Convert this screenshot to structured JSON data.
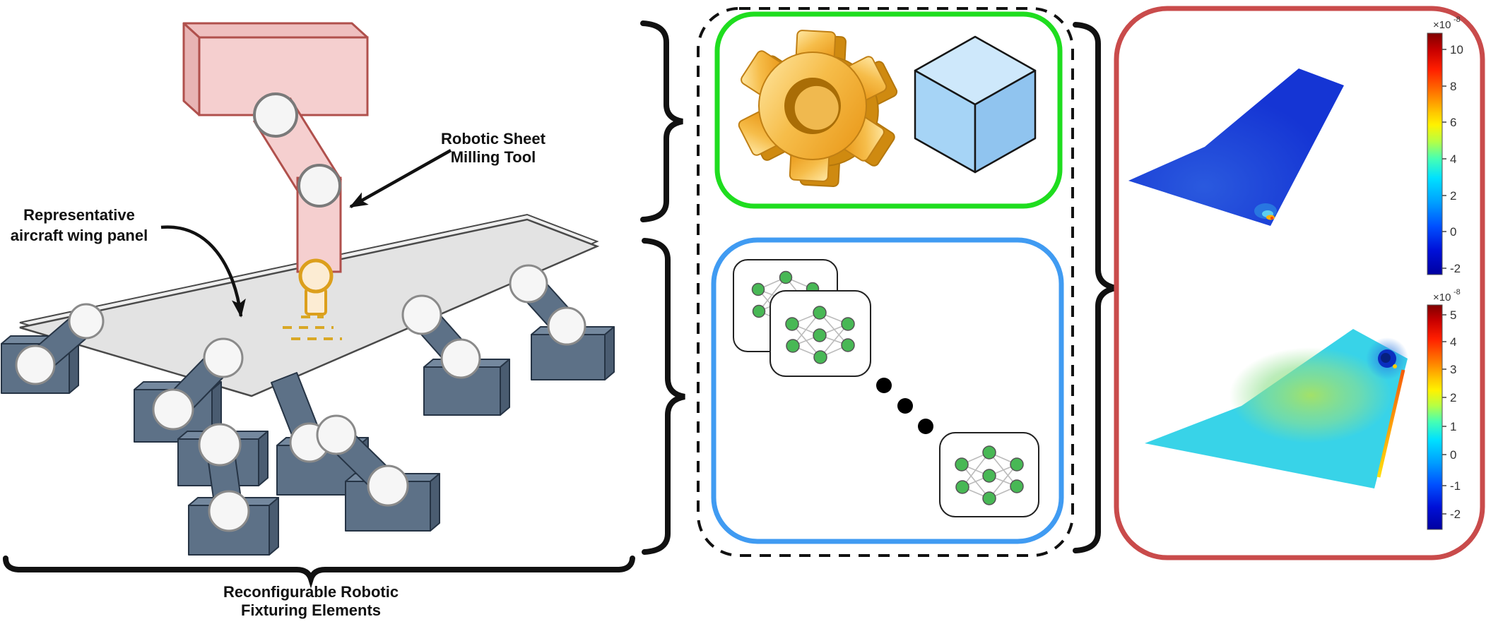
{
  "left_panel": {
    "milling_tool_label": {
      "line1": "Robotic Sheet",
      "line2": "Milling Tool"
    },
    "wing_panel_label": {
      "line1": "Representative",
      "line2": "aircraft wing panel"
    },
    "fixturing_label": {
      "line1": "Reconfigurable Robotic",
      "line2": "Fixturing Elements"
    }
  },
  "middle_panel": {
    "top_group_border_color": "#1fdd1f",
    "bottom_group_border_color": "#409bf2",
    "outer_border_style": "black dashed rounded rectangle",
    "icons": {
      "top_group": [
        "gear-icon",
        "cube-icon"
      ],
      "bottom_group": [
        "neural-network-cards",
        "ellipsis-dots"
      ]
    }
  },
  "right_panel": {
    "border_color": "#c94b4b",
    "colorbar_top": {
      "exponent_mantissa": "×10",
      "exponent_power": "-8",
      "ticks": [
        "10",
        "8",
        "6",
        "4",
        "2",
        "0",
        "-2"
      ]
    },
    "colorbar_bottom": {
      "exponent_mantissa": "×10",
      "exponent_power": "-8",
      "ticks": [
        "5",
        "4",
        "3",
        "2",
        "1",
        "0",
        "-1",
        "-2"
      ]
    }
  },
  "colors": {
    "robot_fill": "#f5cfcf",
    "robot_stroke": "#b0504c",
    "spindle_stroke": "#dc9f1c",
    "panel_fill": "#e3e3e3",
    "fixture_fill": "#5d7187",
    "nn_node_green": "#48b855",
    "gear_gold": "#f2b042",
    "cube_blue": "#a6d4f6"
  }
}
